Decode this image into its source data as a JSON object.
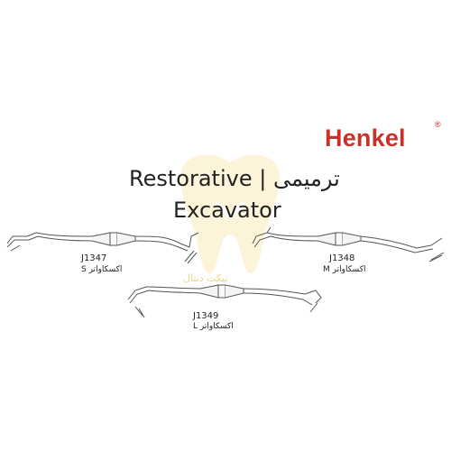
{
  "brand": {
    "name": "Henkel",
    "mark": "®"
  },
  "title": {
    "line1": "Restorative | ترمیمی",
    "line2": "Excavator"
  },
  "watermark": {
    "text": "تیکت دنتال"
  },
  "instruments": [
    {
      "code": "J1347",
      "name": "اکسکاواتر",
      "size": "S"
    },
    {
      "code": "J1348",
      "name": "اکسکاواتر",
      "size": "M"
    },
    {
      "code": "J1349",
      "name": "اکسکاواتر",
      "size": "L"
    }
  ],
  "colors": {
    "brand": "#c8322b",
    "watermark": "#e8c24a",
    "instrument": "#555555"
  }
}
